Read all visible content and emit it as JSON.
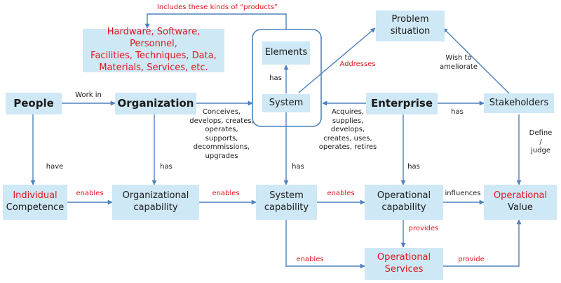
{
  "boxes": {
    "products": "Hardware, Software, Personnel,\nFacilities, Techniques, Data,\nMaterials, Services, etc.",
    "elements": "Elements",
    "problem_situation": "Problem\nsituation",
    "people": "People",
    "organization": "Organization",
    "system": "System",
    "enterprise": "Enterprise",
    "stakeholders": "Stakeholders",
    "individual_competence": {
      "line1": "Individual",
      "line2": "Competence"
    },
    "organizational_capability": "Organizational\ncapability",
    "system_capability": "System\ncapability",
    "operational_capability": "Operational\ncapability",
    "operational_value": {
      "line1": "Operational",
      "line2": "Value"
    },
    "operational_services": "Operational\nServices"
  },
  "labels": {
    "includes": "Includes these kinds of “products”",
    "work_in": "Work in",
    "has_elements": "has",
    "addresses": "Addresses",
    "wish": "Wish to\nameliorate",
    "conceives": "Conceives,\ndevelops, creates,\noperates,\nsupports,\ndecommissions,\nupgrades",
    "acquires": "Acquires,\nsupplies,\ndevelops,\ncreates, uses,\noperates, retires",
    "has_stakeholders": "has",
    "define_judge": "Define /\njudge",
    "have": "have",
    "has_org": "has",
    "has_sys": "has",
    "has_ent": "has",
    "enables_1": "enables",
    "enables_2": "enables",
    "enables_3": "enables",
    "influences": "influences",
    "provides": "provides",
    "enables_4": "enables",
    "provide": "provide"
  },
  "colors": {
    "box_fill": "#cfe8f6",
    "arrow": "#4f81bd",
    "accent_red": "#e0161c"
  }
}
